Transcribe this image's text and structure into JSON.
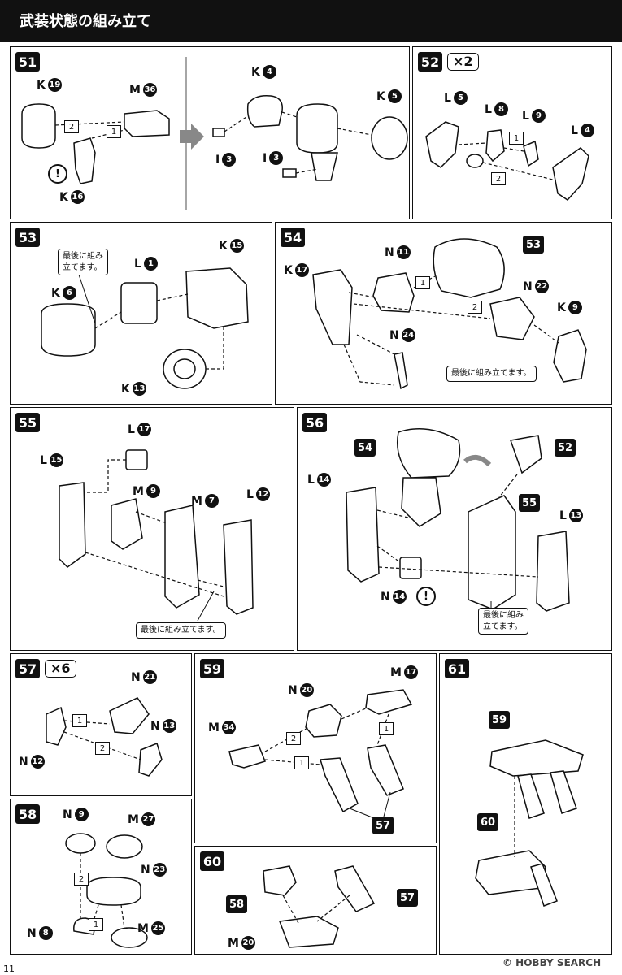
{
  "header": {
    "title": "武装状態の組み立て"
  },
  "page_number": "11",
  "watermark": "© HOBBY SEARCH",
  "notes": {
    "last_assemble": "最後に組み立てます。",
    "last_assemble_break": "最後に組み\n立てます。"
  },
  "caution_mark": "!",
  "steps": {
    "s51": {
      "id": "51",
      "labels": {
        "k19": "K",
        "k19n": "19",
        "m36": "M",
        "m36n": "36",
        "k16": "K",
        "k16n": "16",
        "k4": "K",
        "k4n": "4",
        "k5": "K",
        "k5n": "5",
        "i3a": "I",
        "i3an": "3",
        "i3b": "I",
        "i3bn": "3"
      },
      "orders": [
        "1",
        "2"
      ]
    },
    "s52": {
      "id": "52",
      "mult": "×2",
      "labels": {
        "l5": "L",
        "l5n": "5",
        "l8": "L",
        "l8n": "8",
        "l9": "L",
        "l9n": "9",
        "l4": "L",
        "l4n": "4"
      },
      "orders": [
        "1",
        "2"
      ]
    },
    "s53": {
      "id": "53",
      "labels": {
        "l1": "L",
        "l1n": "1",
        "k15": "K",
        "k15n": "15",
        "k6": "K",
        "k6n": "6",
        "k13": "K",
        "k13n": "13"
      }
    },
    "s54": {
      "id": "54",
      "labels": {
        "n11": "N",
        "n11n": "11",
        "k17": "K",
        "k17n": "17",
        "n22": "N",
        "n22n": "22",
        "n24": "N",
        "n24n": "24",
        "k9": "K",
        "k9n": "9"
      },
      "ref": "53",
      "orders": [
        "1",
        "2"
      ]
    },
    "s55": {
      "id": "55",
      "labels": {
        "l17": "L",
        "l17n": "17",
        "l15": "L",
        "l15n": "15",
        "m9": "M",
        "m9n": "9",
        "m7": "M",
        "m7n": "7",
        "l12": "L",
        "l12n": "12"
      }
    },
    "s56": {
      "id": "56",
      "labels": {
        "l14": "L",
        "l14n": "14",
        "l13": "L",
        "l13n": "13",
        "n14": "N",
        "n14n": "14"
      },
      "refs": [
        "54",
        "52",
        "55"
      ]
    },
    "s57": {
      "id": "57",
      "mult": "×6",
      "labels": {
        "n21": "N",
        "n21n": "21",
        "n13": "N",
        "n13n": "13",
        "n12": "N",
        "n12n": "12"
      },
      "orders": [
        "1",
        "2"
      ]
    },
    "s58": {
      "id": "58",
      "labels": {
        "n9": "N",
        "n9n": "9",
        "m27": "M",
        "m27n": "27",
        "n23": "N",
        "n23n": "23",
        "n8": "N",
        "n8n": "8",
        "m25": "M",
        "m25n": "25"
      },
      "orders": [
        "1",
        "2"
      ]
    },
    "s59": {
      "id": "59",
      "labels": {
        "n20": "N",
        "n20n": "20",
        "m17": "M",
        "m17n": "17",
        "m34": "M",
        "m34n": "34"
      },
      "ref": "57",
      "orders": [
        "1",
        "2",
        "1"
      ]
    },
    "s60": {
      "id": "60",
      "labels": {
        "m20": "M",
        "m20n": "20"
      },
      "refs": [
        "58",
        "57"
      ]
    },
    "s61": {
      "id": "61",
      "refs": [
        "59",
        "60"
      ]
    }
  }
}
